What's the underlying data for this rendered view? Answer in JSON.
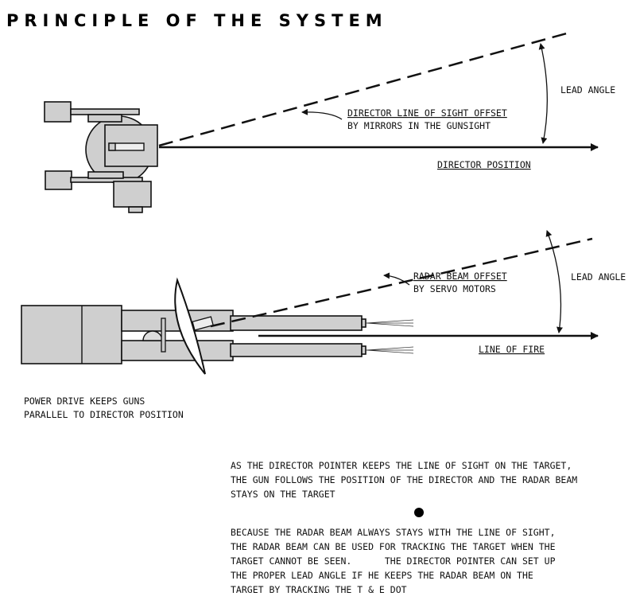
{
  "title": "PRINCIPLE OF THE SYSTEM",
  "top_panel": {
    "lead_angle": "LEAD ANGLE",
    "offset_line1": "DIRECTOR LINE OF SIGHT OFFSET",
    "offset_line2": "BY MIRRORS IN THE GUNSIGHT",
    "director_position": "DIRECTOR POSITION"
  },
  "bottom_panel": {
    "lead_angle": "LEAD ANGLE",
    "offset_line1": "RADAR BEAM OFFSET",
    "offset_line2": "BY SERVO MOTORS",
    "line_of_fire": "LINE OF FIRE",
    "power_line1": "POWER DRIVE KEEPS GUNS",
    "power_line2": "PARALLEL TO DIRECTOR POSITION"
  },
  "notes": {
    "para1": [
      "AS THE DIRECTOR POINTER KEEPS THE LINE OF SIGHT ON THE TARGET,",
      "THE GUN FOLLOWS THE POSITION OF THE DIRECTOR AND THE RADAR BEAM",
      "STAYS ON THE TARGET"
    ],
    "para2": [
      "BECAUSE THE RADAR BEAM ALWAYS STAYS WITH THE LINE OF SIGHT,",
      "THE RADAR BEAM CAN BE USED FOR TRACKING THE TARGET WHEN THE",
      "TARGET CANNOT BE SEEN.      THE DIRECTOR POINTER CAN SET UP",
      "THE PROPER LEAD ANGLE IF HE KEEPS THE RADAR BEAM ON THE",
      "TARGET BY TRACKING THE T & E DOT"
    ]
  }
}
